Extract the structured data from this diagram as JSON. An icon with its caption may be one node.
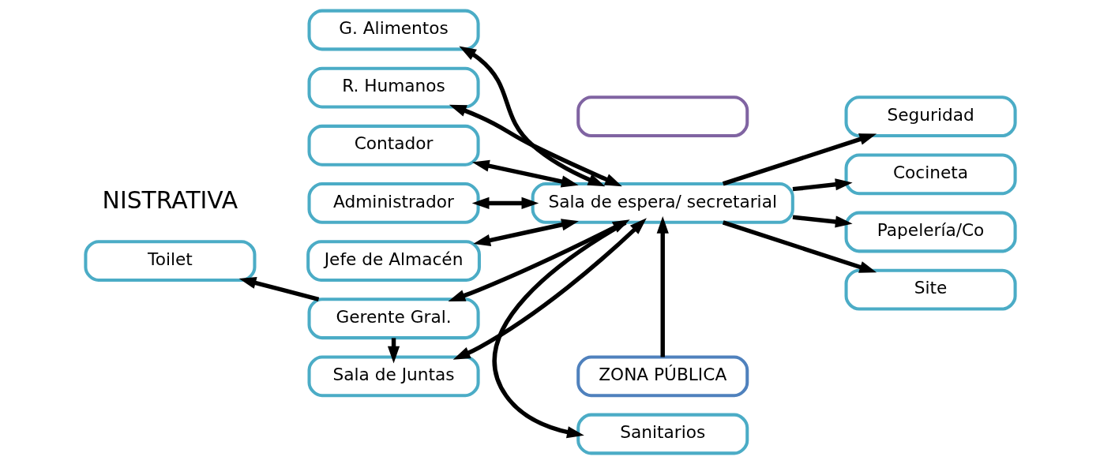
{
  "diagram": {
    "nodes": [
      {
        "text": [
          "Jefe de Almacén"
        ]
      },
      {
        "text": [
          "G. Alimentos"
        ]
      },
      {
        "text": [
          "R. Humanos"
        ]
      },
      {
        "text": [
          "Contador"
        ]
      },
      {
        "text": [
          "Administrador"
        ]
      },
      {
        "text": [
          "Toilet"
        ]
      },
      {
        "text": [
          "Gerente Gral."
        ]
      },
      {
        "text": [
          "Sala de Juntas"
        ]
      },
      {
        "text": [
          "ZONA PÚBLICA"
        ]
      },
      {
        "text": [
          "Sala de espera/ secretarial"
        ]
      },
      {
        "text": [
          "Sanitarios"
        ]
      },
      {
        "text": [
          "Seguridad"
        ]
      },
      {
        "text": [
          "Cocineta"
        ]
      },
      {
        "text": [
          "Papelería/Co"
        ]
      },
      {
        "text": [
          "Site"
        ]
      },
      {
        "text": [],
        "shape": "box"
      }
    ],
    "edges": [
      {
        "from": 0,
        "to": 9,
        "arrow": "both"
      },
      {
        "from": 1,
        "to": 9,
        "arrow": "both"
      },
      {
        "from": 2,
        "to": 9,
        "arrow": "both"
      },
      {
        "from": 3,
        "to": 9,
        "arrow": "both"
      },
      {
        "from": 4,
        "to": 9,
        "arrow": "both"
      },
      {
        "from": 6,
        "to": 9,
        "arrow": "both"
      },
      {
        "from": 7,
        "to": 9,
        "arrow": "both"
      },
      {
        "from": 6,
        "to": 5,
        "arrow": "to"
      },
      {
        "from": 6,
        "to": 7,
        "arrow": "to"
      },
      {
        "from": 8,
        "to": 9,
        "arrow": "to"
      },
      {
        "from": 9,
        "to": 10,
        "arrow": "to"
      },
      {
        "from": 9,
        "to": 11,
        "arrow": "to"
      },
      {
        "from": 9,
        "to": 12,
        "arrow": "to"
      },
      {
        "from": 9,
        "to": 13,
        "arrow": "to"
      },
      {
        "from": 9,
        "to": 14,
        "arrow": "to"
      }
    ],
    "labels": [
      "NISTRATIVA"
    ]
  }
}
